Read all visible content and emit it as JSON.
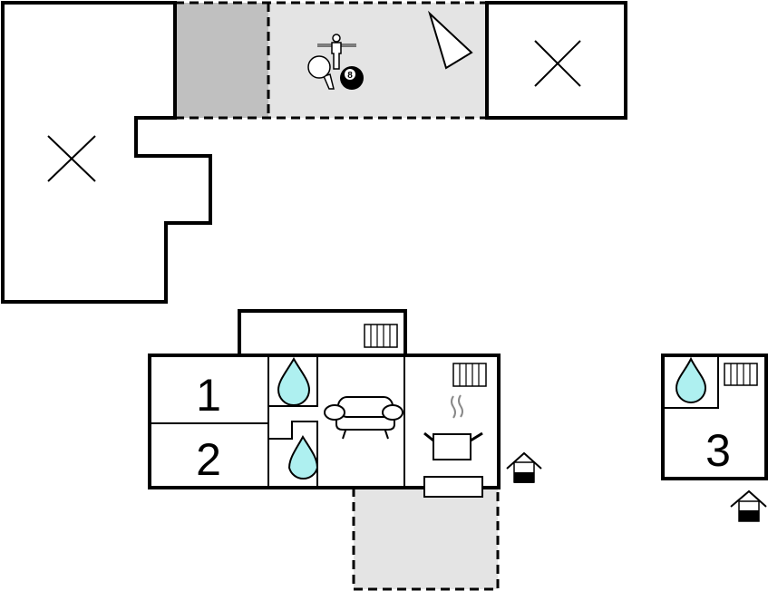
{
  "rooms": {
    "bedroom_1": "1",
    "bedroom_2": "2",
    "bedroom_3": "3"
  },
  "icons": {
    "billiard_ball_number": "8",
    "names": [
      "table-tennis-icon",
      "foosball-icon",
      "billiard-ball-icon",
      "lamp-icon",
      "radiator-icon",
      "shower-icon",
      "sofa-icon",
      "cooking-pot-icon",
      "house-entrance-icon"
    ]
  },
  "colors": {
    "water": "#aef0f0",
    "covered_area": "#c0c0c0",
    "outdoor_area": "#e4e4e4"
  }
}
